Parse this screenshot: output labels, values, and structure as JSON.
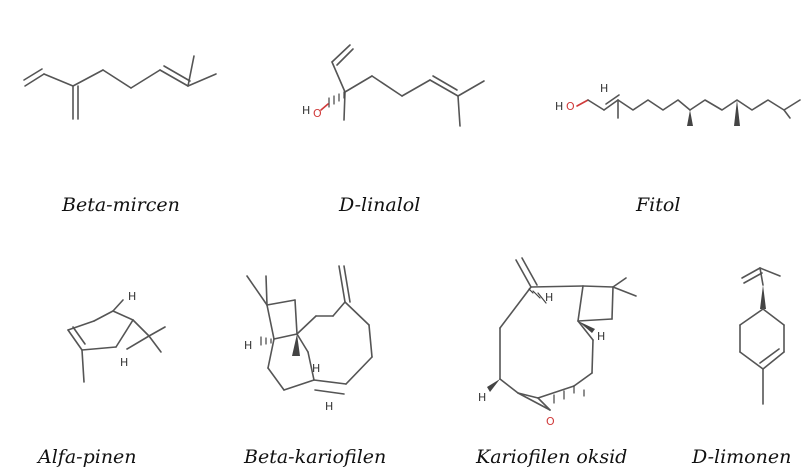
{
  "molecules": [
    {
      "id": "beta-mircen",
      "name": "Beta-mircen"
    },
    {
      "id": "d-linalol",
      "name": "D-linalol"
    },
    {
      "id": "fitol",
      "name": "Fitol"
    },
    {
      "id": "alfa-pinen",
      "name": "Alfa-pinen"
    },
    {
      "id": "beta-kariofilen",
      "name": "Beta-kariofilen"
    },
    {
      "id": "kariofilen-oksid",
      "name": "Kariofilen oksid"
    },
    {
      "id": "d-limonen",
      "name": "D-limonen"
    }
  ],
  "atoms": {
    "oh_h": "H",
    "oh_o": "O",
    "h": "H",
    "ho": "H",
    "o": "O"
  },
  "colors": {
    "bond": "#555555",
    "oxygen": "#d03a3a",
    "text": "#111111"
  }
}
